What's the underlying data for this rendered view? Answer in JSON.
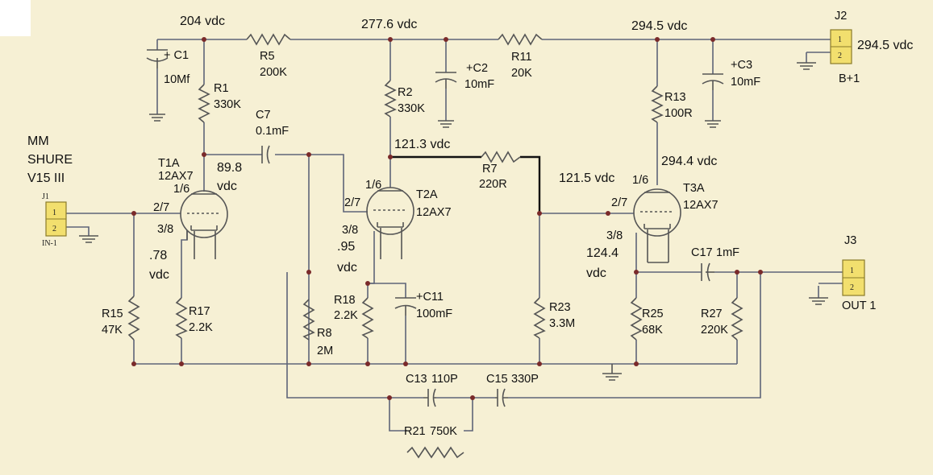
{
  "voltages": {
    "v204": "204 vdc",
    "v277": "277.6 vdc",
    "v294a": "294.5 vdc",
    "v294b": "294.5 vdc",
    "v121_3": "121.3 vdc",
    "v294_4": "294.4 vdc",
    "v121_5": "121.5 vdc",
    "v89": "89.8",
    "v89u": "vdc",
    "v78": ".78",
    "v78u": "vdc",
    "v95": ".95",
    "v95u": "vdc",
    "v124": "124.4",
    "v124u": "vdc"
  },
  "cartridge": [
    "MM",
    "SHURE",
    "V15 III"
  ],
  "connectors": {
    "j1": {
      "ref": "J1",
      "label": "IN-1",
      "pin1": "1",
      "pin2": "2"
    },
    "j2": {
      "ref": "J2",
      "label": "B+1",
      "pin1": "1",
      "pin2": "2"
    },
    "j3": {
      "ref": "J3",
      "label": "OUT 1",
      "pin1": "1",
      "pin2": "2"
    }
  },
  "tubes": {
    "t1": {
      "ref": "T1A",
      "type": "12AX7",
      "pin_top": "1/6",
      "pin_grid": "2/7",
      "pin_cath": "3/8"
    },
    "t2": {
      "ref": "T2A",
      "type": "12AX7",
      "pin_top": "1/6",
      "pin_grid": "2/7",
      "pin_cath": "3/8"
    },
    "t3": {
      "ref": "T3A",
      "type": "12AX7",
      "pin_top": "1/6",
      "pin_grid": "2/7",
      "pin_cath": "3/8"
    }
  },
  "parts": {
    "c1": {
      "ref": "+ C1",
      "val": "10Mf"
    },
    "r5": {
      "ref": "R5",
      "val": "200K"
    },
    "r1": {
      "ref": "R1",
      "val": "330K"
    },
    "c7": {
      "ref": "C7",
      "val": "0.1mF"
    },
    "r2": {
      "ref": "R2",
      "val": "330K"
    },
    "c2": {
      "ref": "+C2",
      "val": "10mF"
    },
    "r11": {
      "ref": "R11",
      "val": "20K"
    },
    "r13": {
      "ref": "R13",
      "val": "100R"
    },
    "c3": {
      "ref": "+C3",
      "val": "10mF"
    },
    "r7": {
      "ref": "R7",
      "val": "220R"
    },
    "r15": {
      "ref": "R15",
      "val": "47K"
    },
    "r17": {
      "ref": "R17",
      "val": "2.2K"
    },
    "r8": {
      "ref": "R8",
      "val": "2M"
    },
    "r18": {
      "ref": "R18",
      "val": "2.2K"
    },
    "c11": {
      "ref": "+C11",
      "val": "100mF"
    },
    "r23": {
      "ref": "R23",
      "val": "3.3M"
    },
    "r25": {
      "ref": "R25",
      "val": "68K"
    },
    "r27": {
      "ref": "R27",
      "val": "220K"
    },
    "c17": {
      "ref": "C17",
      "val": "1mF"
    },
    "c13": {
      "ref": "C13",
      "val": "110P"
    },
    "c15": {
      "ref": "C15",
      "val": "330P"
    },
    "r21": {
      "ref": "R21",
      "val": "750K"
    }
  }
}
